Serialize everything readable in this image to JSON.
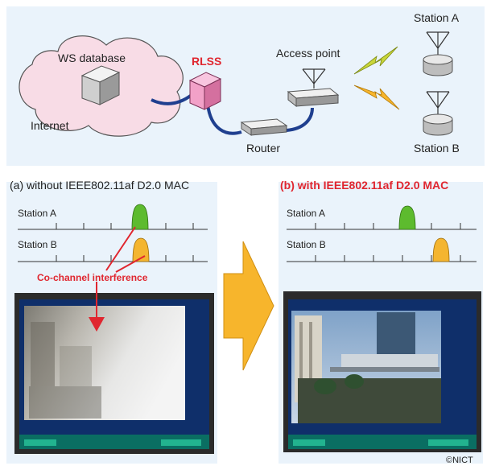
{
  "network": {
    "ws_database": "WS database",
    "internet": "Internet",
    "rlss": "RLSS",
    "access_point": "Access point",
    "router": "Router",
    "station_a": "Station A",
    "station_b": "Station B"
  },
  "left": {
    "title": "(a) without IEEE802.11af D2.0 MAC",
    "station_a": "Station A",
    "station_b": "Station B",
    "interference": "Co-channel interference"
  },
  "right": {
    "title": "(b) with IEEE802.11af D2.0 MAC",
    "station_a": "Station A",
    "station_b": "Station B"
  },
  "copyright": "©NICT",
  "colors": {
    "panel_bg": "#eaf3fb",
    "cloud_fill": "#f8dce6",
    "rlss_fill": "#f2a1c8",
    "accent_red": "#e0262f",
    "pulse_green": "#5dbb2e",
    "pulse_orange": "#f4b530",
    "arrow_orange": "#f7b52c",
    "link_blue": "#1f3f8f"
  },
  "icons": [
    "database-icon",
    "rlss-server-icon",
    "router-icon",
    "access-point-icon",
    "wireless-signal-icon",
    "station-antenna-icon",
    "transition-arrow-icon"
  ]
}
